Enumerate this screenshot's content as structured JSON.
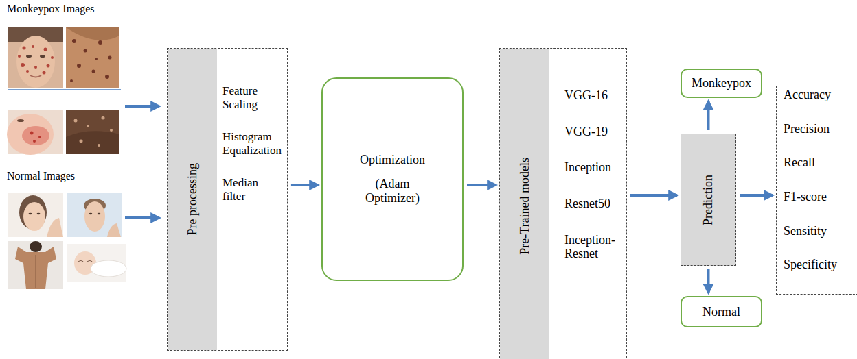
{
  "diagram": {
    "nodes": [
      {
        "text": [
          "Feature Scaling",
          "Histogram Equalization",
          "Median filter"
        ]
      },
      {
        "text": [
          "Pre processing"
        ],
        "in": 0
      },
      {
        "text": [
          "Optimization",
          "(Adam Optimizer)"
        ]
      },
      {
        "text": [
          "VGG-16",
          "VGG-19",
          "Inception",
          "Resnet50",
          "Inception-Resnet"
        ]
      },
      {
        "text": [
          "Pre-Trained models"
        ],
        "in": 3
      },
      {
        "text": [
          "Monkeypox"
        ]
      },
      {
        "text": [
          "Prediction"
        ]
      },
      {
        "text": [
          "Normal"
        ]
      },
      {
        "text": [
          "Accuracy",
          "Precision",
          "Recall",
          "F1-score",
          "Sensitity",
          "Specificity"
        ]
      }
    ],
    "edges": [
      {
        "from": 0,
        "to": 2,
        "arrow": "to"
      },
      {
        "from": 2,
        "to": 3,
        "arrow": "to"
      },
      {
        "from": 3,
        "to": 6,
        "arrow": "to"
      },
      {
        "from": 6,
        "to": 5,
        "arrow": "to"
      },
      {
        "from": 6,
        "to": 7,
        "arrow": "to"
      },
      {
        "from": 6,
        "to": 8,
        "arrow": "to"
      }
    ],
    "labels": [
      "Monkeypox Images",
      "Normal Images"
    ]
  }
}
